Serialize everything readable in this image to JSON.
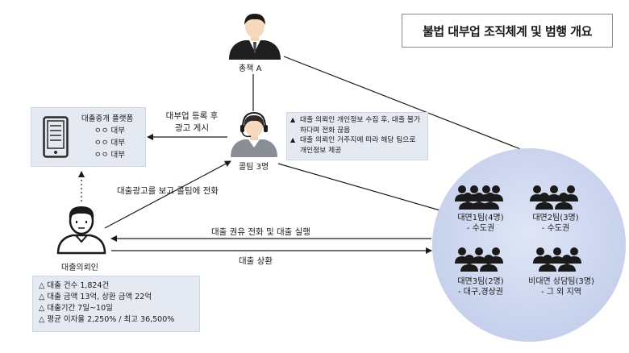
{
  "title": "불법 대부업 조직체계 및 범행 개요",
  "boss": {
    "label": "총책 A"
  },
  "platform": {
    "title": "대출중개 플랫폼",
    "items": [
      "ㅇㅇ 대부",
      "ㅇㅇ 대부",
      "ㅇㅇ 대부"
    ]
  },
  "call_team": {
    "label": "콜팀 3명"
  },
  "notes": [
    "대출 의뢰인 개인정보 수집 후, 대출 불가하다며 전화 끊음",
    "대출 의뢰인 거주지에 따라 해당 팀으로 개인정보 제공"
  ],
  "client": {
    "label": "대출의뢰인"
  },
  "arrows": {
    "register_line1": "대부업 등록 후",
    "register_line2": "광고 게시",
    "see_ad": "대출광고를 보고 콜팀에 전화",
    "solicit": "대출 권유 전화 및 대출 실행",
    "repay": "대출 상환"
  },
  "stats": [
    "△ 대출 건수 1,824건",
    "△ 대출 금액 13억, 상환 금액 22억",
    "△ 대출기간 7일~10일",
    "△ 평균 이자율 2,250% / 최고 36,500%"
  ],
  "teams": [
    {
      "name": "대면1팀(4명)",
      "region": "- 수도권"
    },
    {
      "name": "대면2팀(3명)",
      "region": "- 수도권"
    },
    {
      "name": "대면3팀(2명)",
      "region": "- 대구,경상권"
    },
    {
      "name": "비대면 상담팀(3명)",
      "region": "- 그 외 지역"
    }
  ]
}
